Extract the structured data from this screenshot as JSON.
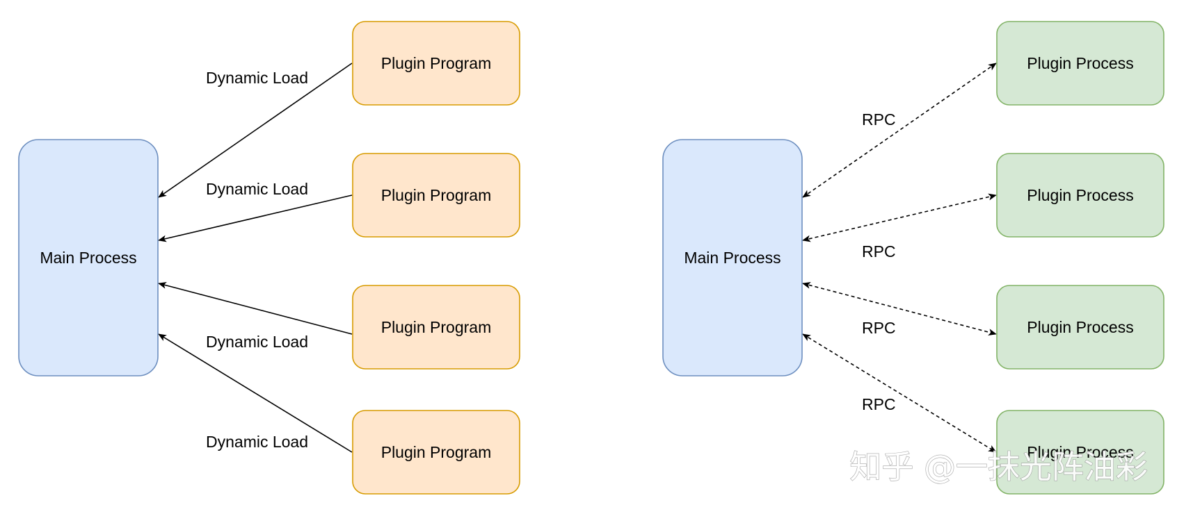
{
  "left_diagram": {
    "main": {
      "label": "Main Process"
    },
    "plugins": [
      {
        "label": "Plugin Program"
      },
      {
        "label": "Plugin Program"
      },
      {
        "label": "Plugin Program"
      },
      {
        "label": "Plugin Program"
      }
    ],
    "edges": [
      {
        "label": "Dynamic Load"
      },
      {
        "label": "Dynamic Load"
      },
      {
        "label": "Dynamic Load"
      },
      {
        "label": "Dynamic Load"
      }
    ]
  },
  "right_diagram": {
    "main": {
      "label": "Main Process"
    },
    "plugins": [
      {
        "label": "Plugin Process"
      },
      {
        "label": "Plugin Process"
      },
      {
        "label": "Plugin Process"
      },
      {
        "label": "Plugin Process"
      }
    ],
    "edges": [
      {
        "label": "RPC"
      },
      {
        "label": "RPC"
      },
      {
        "label": "RPC"
      },
      {
        "label": "RPC"
      }
    ]
  },
  "watermark": {
    "text": "知乎 @一抹光阵油彩"
  },
  "colors": {
    "main_fill": "#dae8fc",
    "main_stroke": "#6c8ebf",
    "program_fill": "#ffe6cc",
    "program_stroke": "#d79b00",
    "process_fill": "#d5e8d4",
    "process_stroke": "#82b366",
    "edge": "#000000"
  }
}
